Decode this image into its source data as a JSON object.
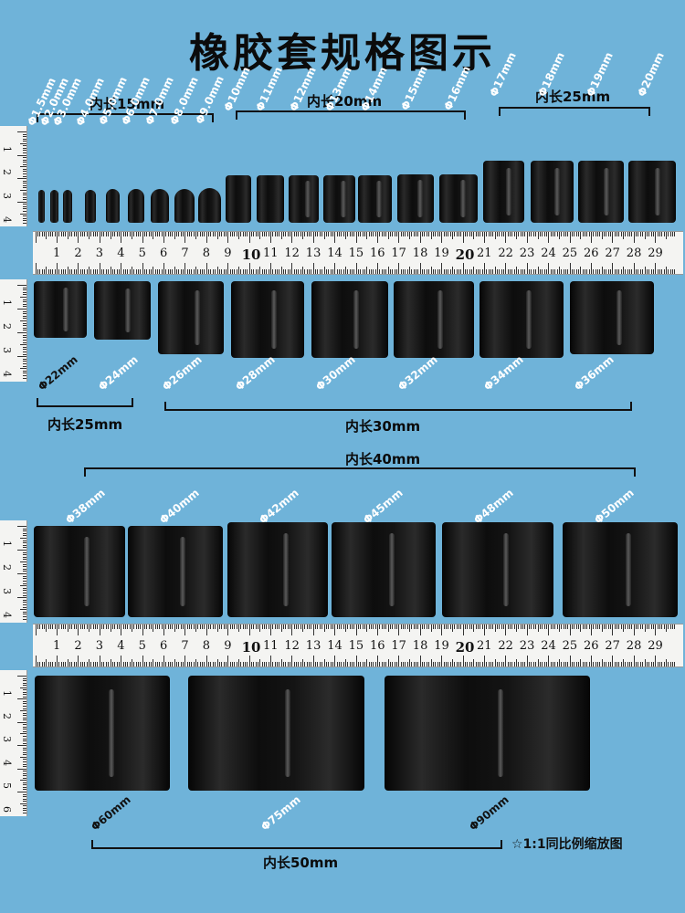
{
  "title": "橡胶套规格图示",
  "groups": {
    "g15": "内长15mm",
    "g20": "内长20mm",
    "g25a": "内长25mm",
    "g25b": "内长25mm",
    "g30": "内长30mm",
    "g40": "内长40mm",
    "g50": "内长50mm"
  },
  "row1_labels": [
    "Φ1.5mm",
    "Φ2.0mm",
    "Φ3.0mm",
    "Φ4.0mm",
    "Φ5.0mm",
    "Φ6.0mm",
    "Φ7.0mm",
    "Φ8.0mm",
    "Φ9.0mm",
    "Φ10mm",
    "Φ11mm",
    "Φ12mm",
    "Φ13mm",
    "Φ14mm",
    "Φ15mm",
    "Φ16mm",
    "Φ17mm",
    "Φ18mm",
    "Φ19mm",
    "Φ20mm"
  ],
  "row2_labels": [
    "Φ22mm",
    "Φ24mm",
    "Φ26mm",
    "Φ28mm",
    "Φ30mm",
    "Φ32mm",
    "Φ34mm",
    "Φ36mm"
  ],
  "row3_labels": [
    "Φ38mm",
    "Φ40mm",
    "Φ42mm",
    "Φ45mm",
    "Φ48mm",
    "Φ50mm"
  ],
  "row4_labels": [
    "Φ60mm",
    "Φ75mm",
    "Φ90mm"
  ],
  "ruler_numbers": [
    "1",
    "2",
    "3",
    "4",
    "5",
    "6",
    "7",
    "8",
    "9",
    "10",
    "11",
    "12",
    "13",
    "14",
    "15",
    "16",
    "17",
    "18",
    "19",
    "20",
    "21",
    "22",
    "23",
    "24",
    "25",
    "26",
    "27",
    "28",
    "29"
  ],
  "vruler_numbers_4": [
    "1",
    "2",
    "3",
    "4"
  ],
  "vruler_numbers_6": [
    "1",
    "2",
    "3",
    "4",
    "5",
    "6"
  ],
  "note": "☆1:1同比例缩放图"
}
